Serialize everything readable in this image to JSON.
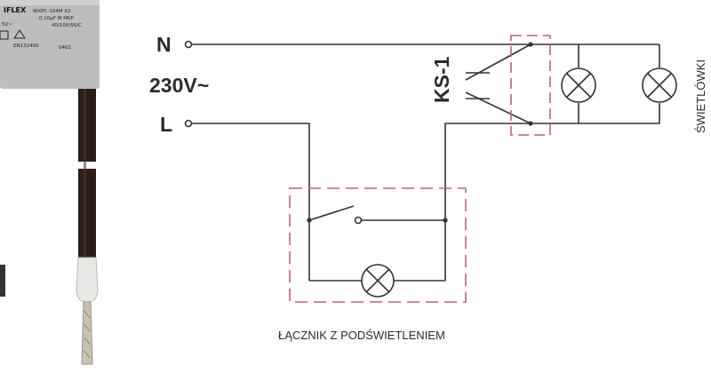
{
  "diagram": {
    "terminals": {
      "neutral": "N",
      "voltage": "230V~",
      "line": "L"
    },
    "relay_label": "KS-1",
    "lamps_label": "ŚWIETLÓWKI",
    "switch_label": "ŁĄCZNIK Z PODŚWIETLENIEM"
  },
  "capacitor": {
    "brand": "IFLEX",
    "model": "WXPC-104M X2",
    "spec_line": "0,10μF M MKP",
    "voltage_rating": "5V~",
    "climate_class": "40/100/56/C",
    "cert": "EN132400",
    "date_code": "0402"
  },
  "colors": {
    "wire": "#333333",
    "dashed_box": "#b5677a",
    "capacitor_body": "#bdbdbd",
    "lead": "#2a1e17",
    "ferrule": "#e8e8e6"
  }
}
